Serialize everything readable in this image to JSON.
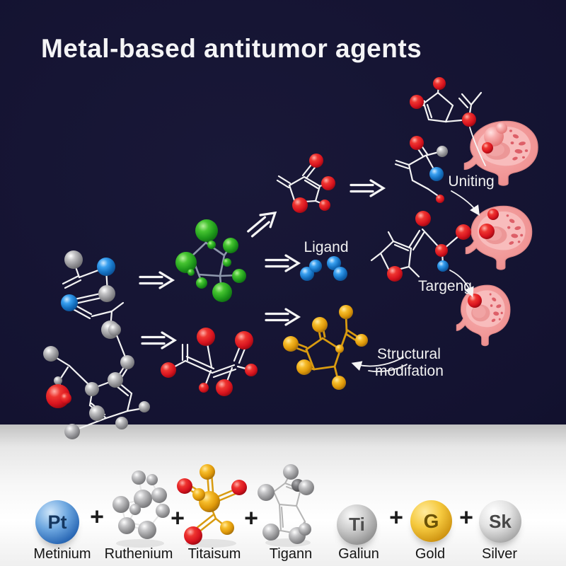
{
  "title": "Metal-based antitumor agents",
  "diagram": {
    "labels": {
      "ligand": "Ligand",
      "uniting": "Uniting",
      "targeting": "Targeng",
      "modification_line1": "Structural",
      "modification_line2": "modifation"
    }
  },
  "legend": {
    "plus": "+",
    "items": [
      {
        "kind": "sphere",
        "symbol": "Pt",
        "label": "Metinium",
        "color": "#2e6fba"
      },
      {
        "kind": "molecule",
        "symbol": "",
        "label": "Ruthenium",
        "color": "#a9a9a9"
      },
      {
        "kind": "molecule",
        "symbol": "",
        "label": "Titaisum",
        "color": "#eda912"
      },
      {
        "kind": "molecule",
        "symbol": "",
        "label": "Tigann",
        "color": "#a9a9a9"
      },
      {
        "kind": "sphere",
        "symbol": "Ti",
        "label": "Galiun",
        "color": "#9b9b9b"
      },
      {
        "kind": "sphere",
        "symbol": "G",
        "label": "Gold",
        "color": "#dba41e"
      },
      {
        "kind": "sphere",
        "symbol": "Sk",
        "label": "Silver",
        "color": "#b9b9b9"
      }
    ]
  },
  "palette": {
    "background": "#131230",
    "band": "#f2f2f2",
    "red": "#e2242c",
    "blue": "#2f94e8",
    "green": "#2fb52f",
    "gold": "#eda912",
    "gray": "#a9a9a9",
    "organ_pink": "#f2999b",
    "text_light": "#f2f2f2",
    "text_dark": "#141414"
  }
}
